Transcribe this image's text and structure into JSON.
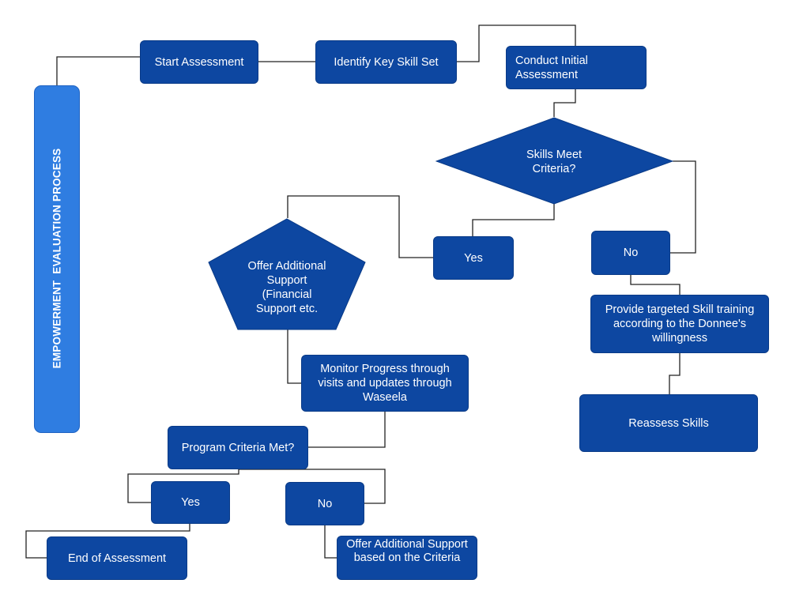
{
  "title": "EMPOWERMENT  EVALUATION PROCESS",
  "colors": {
    "node_fill": "#0d47a1",
    "side_bar_fill": "#2f7de1",
    "text": "#ffffff",
    "connector": "#222222"
  },
  "nodes": {
    "start_assessment": "Start Assessment",
    "identify_key_skill_set": "Identify Key Skill Set",
    "conduct_initial_assessment": "Conduct Initial Assessment",
    "skills_meet_criteria": "Skills Meet Criteria?",
    "yes_skills": "Yes",
    "no_skills": "No",
    "offer_additional_support": "Offer Additional Support (Financial Support etc.",
    "provide_targeted_training": "Provide targeted Skill training according to the Donnee's willingness",
    "reassess_skills": "Reassess Skills",
    "monitor_progress": "Monitor Progress through visits and updates through Waseela",
    "program_criteria_met": "Program Criteria Met?",
    "yes_program": "Yes",
    "no_program": "No",
    "end_of_assessment": "End of Assessment",
    "offer_support_criteria": "Offer Additional Support based on  the Criteria"
  }
}
